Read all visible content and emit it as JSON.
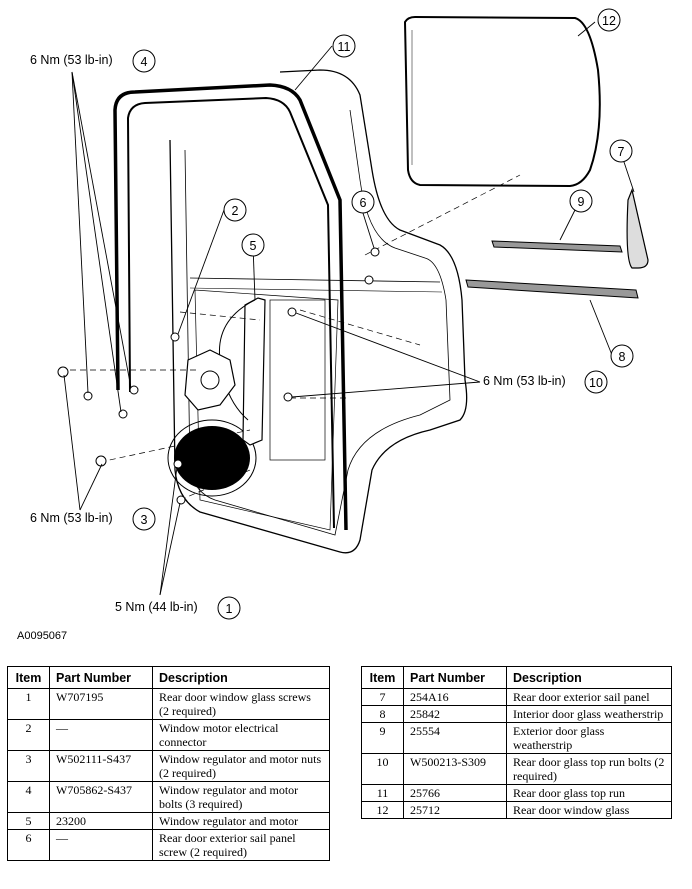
{
  "figure_id": "A0095067",
  "callouts": [
    "1",
    "2",
    "3",
    "4",
    "5",
    "6",
    "7",
    "8",
    "9",
    "10",
    "11",
    "12"
  ],
  "torque_labels": {
    "t4": "6 Nm (53 lb-in)",
    "t10": "6 Nm (53 lb-in)",
    "t3": "6 Nm (53 lb-in)",
    "t1": "5 Nm (44 lb-in)"
  },
  "table": {
    "headers": [
      "Item",
      "Part Number",
      "Description"
    ],
    "left_rows": [
      {
        "item": "1",
        "part": "W707195",
        "desc": "Rear door window glass screws (2 required)"
      },
      {
        "item": "2",
        "part": "—",
        "desc": "Window motor electrical connector"
      },
      {
        "item": "3",
        "part": "W502111-S437",
        "desc": "Window regulator and motor nuts (2 required)"
      },
      {
        "item": "4",
        "part": "W705862-S437",
        "desc": "Window regulator and motor bolts (3 required)"
      },
      {
        "item": "5",
        "part": "23200",
        "desc": "Window regulator and motor"
      },
      {
        "item": "6",
        "part": "—",
        "desc": "Rear door exterior sail panel screw (2 required)"
      }
    ],
    "right_rows": [
      {
        "item": "7",
        "part": "254A16",
        "desc": "Rear door exterior sail panel"
      },
      {
        "item": "8",
        "part": "25842",
        "desc": "Interior door glass weatherstrip"
      },
      {
        "item": "9",
        "part": "25554",
        "desc": "Exterior door glass weatherstrip"
      },
      {
        "item": "10",
        "part": "W500213-S309",
        "desc": "Rear door glass top run bolts (2 required)"
      },
      {
        "item": "11",
        "part": "25766",
        "desc": "Rear door glass top run"
      },
      {
        "item": "12",
        "part": "25712",
        "desc": "Rear door window glass"
      }
    ]
  }
}
